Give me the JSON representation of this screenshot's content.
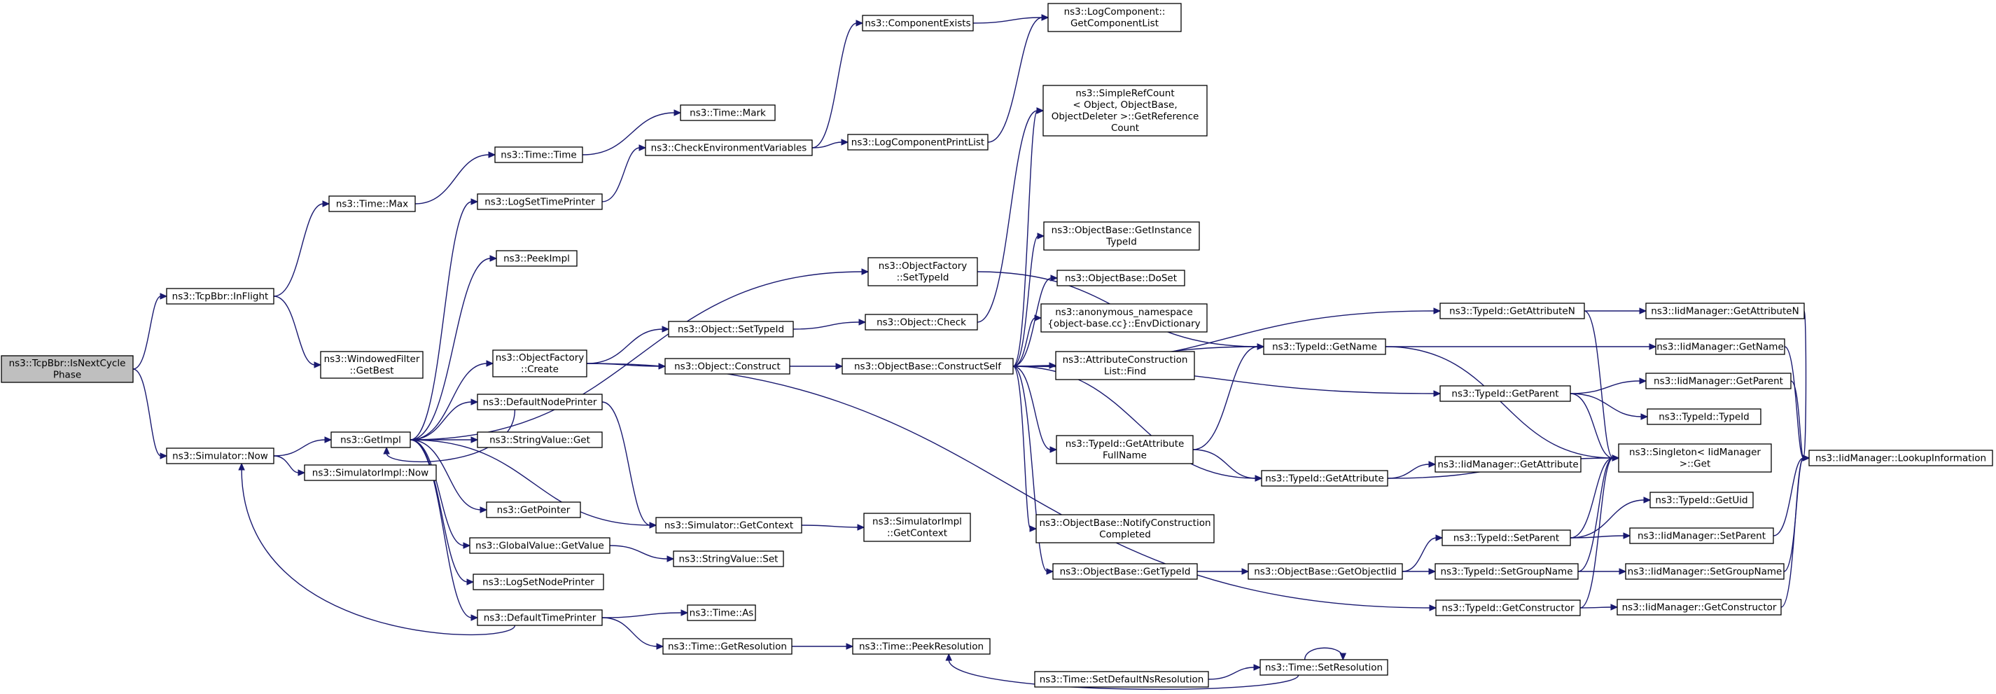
{
  "diagram": {
    "type": "doxygen-call-graph",
    "colors": {
      "edge": "#191970",
      "node_border": "#000000",
      "root_fill": "#bfbfbf",
      "node_fill": "#ffffff"
    },
    "nodes": [
      {
        "id": "root",
        "lines": [
          "ns3::TcpBbr::IsNextCycle",
          "Phase"
        ]
      },
      {
        "id": "inflight",
        "lines": [
          "ns3::TcpBbr::InFlight"
        ]
      },
      {
        "id": "simnow",
        "lines": [
          "ns3::Simulator::Now"
        ]
      },
      {
        "id": "timemax",
        "lines": [
          "ns3::Time::Max"
        ]
      },
      {
        "id": "winfilter",
        "lines": [
          "ns3::WindowedFilter",
          "::GetBest"
        ]
      },
      {
        "id": "getimpl",
        "lines": [
          "ns3::GetImpl"
        ]
      },
      {
        "id": "simimplnow",
        "lines": [
          "ns3::SimulatorImpl::Now"
        ]
      },
      {
        "id": "timetime",
        "lines": [
          "ns3::Time::Time"
        ]
      },
      {
        "id": "timemark",
        "lines": [
          "ns3::Time::Mark"
        ]
      },
      {
        "id": "logsettime",
        "lines": [
          "ns3::LogSetTimePrinter"
        ]
      },
      {
        "id": "peekimpl",
        "lines": [
          "ns3::PeekImpl"
        ]
      },
      {
        "id": "ofcreate",
        "lines": [
          "ns3::ObjectFactory",
          "::Create"
        ]
      },
      {
        "id": "defnodeprinter",
        "lines": [
          "ns3::DefaultNodePrinter"
        ]
      },
      {
        "id": "strget",
        "lines": [
          "ns3::StringValue::Get"
        ]
      },
      {
        "id": "getpointer",
        "lines": [
          "ns3::GetPointer"
        ]
      },
      {
        "id": "gvgetvalue",
        "lines": [
          "ns3::GlobalValue::GetValue"
        ]
      },
      {
        "id": "logsetnode",
        "lines": [
          "ns3::LogSetNodePrinter"
        ]
      },
      {
        "id": "deftimeprinter",
        "lines": [
          "ns3::DefaultTimePrinter"
        ]
      },
      {
        "id": "checkenv",
        "lines": [
          "ns3::CheckEnvironmentVariables"
        ]
      },
      {
        "id": "compexists",
        "lines": [
          "ns3::ComponentExists"
        ]
      },
      {
        "id": "logcompprint",
        "lines": [
          "ns3::LogComponentPrintList"
        ]
      },
      {
        "id": "logcompget",
        "lines": [
          "ns3::LogComponent::",
          "GetComponentList"
        ]
      },
      {
        "id": "ofsettypeid",
        "lines": [
          "ns3::ObjectFactory",
          "::SetTypeId"
        ]
      },
      {
        "id": "objsettypeid",
        "lines": [
          "ns3::Object::SetTypeId"
        ]
      },
      {
        "id": "objcheck",
        "lines": [
          "ns3::Object::Check"
        ]
      },
      {
        "id": "objconstruct",
        "lines": [
          "ns3::Object::Construct"
        ]
      },
      {
        "id": "simgetcontext",
        "lines": [
          "ns3::Simulator::GetContext"
        ]
      },
      {
        "id": "strset",
        "lines": [
          "ns3::StringValue::Set"
        ]
      },
      {
        "id": "timeas",
        "lines": [
          "ns3::Time::As"
        ]
      },
      {
        "id": "timegetres",
        "lines": [
          "ns3::Time::GetResolution"
        ]
      },
      {
        "id": "simimplgetctx",
        "lines": [
          "ns3::SimulatorImpl",
          "::GetContext"
        ]
      },
      {
        "id": "timepeekres",
        "lines": [
          "ns3::Time::PeekResolution"
        ]
      },
      {
        "id": "timesetdefns",
        "lines": [
          "ns3::Time::SetDefaultNsResolution"
        ]
      },
      {
        "id": "simplerefcount",
        "lines": [
          "ns3::SimpleRefCount",
          "< Object, ObjectBase,",
          "ObjectDeleter >::GetReference",
          "Count"
        ]
      },
      {
        "id": "obgetinstance",
        "lines": [
          "ns3::ObjectBase::GetInstance",
          "TypeId"
        ]
      },
      {
        "id": "obdoset",
        "lines": [
          "ns3::ObjectBase::DoSet"
        ]
      },
      {
        "id": "anonenv",
        "lines": [
          "ns3::anonymous_namespace",
          "{object-base.cc}::EnvDictionary"
        ]
      },
      {
        "id": "obconstructself",
        "lines": [
          "ns3::ObjectBase::ConstructSelf"
        ]
      },
      {
        "id": "acfind",
        "lines": [
          "ns3::AttributeConstruction",
          "List::Find"
        ]
      },
      {
        "id": "tidgetattrfull",
        "lines": [
          "ns3::TypeId::GetAttribute",
          "FullName"
        ]
      },
      {
        "id": "obnotify",
        "lines": [
          "ns3::ObjectBase::NotifyConstruction",
          "Completed"
        ]
      },
      {
        "id": "obgettypeid",
        "lines": [
          "ns3::ObjectBase::GetTypeId"
        ]
      },
      {
        "id": "tidgetattrn",
        "lines": [
          "ns3::TypeId::GetAttributeN"
        ]
      },
      {
        "id": "tidgetname",
        "lines": [
          "ns3::TypeId::GetName"
        ]
      },
      {
        "id": "tidgetparent",
        "lines": [
          "ns3::TypeId::GetParent"
        ]
      },
      {
        "id": "tidgetattr",
        "lines": [
          "ns3::TypeId::GetAttribute"
        ]
      },
      {
        "id": "obgetobjtid",
        "lines": [
          "ns3::ObjectBase::GetObjectIid"
        ]
      },
      {
        "id": "tidsetparent",
        "lines": [
          "ns3::TypeId::SetParent"
        ]
      },
      {
        "id": "tidsetgroup",
        "lines": [
          "ns3::TypeId::SetGroupName"
        ]
      },
      {
        "id": "tidgetctor",
        "lines": [
          "ns3::TypeId::GetConstructor"
        ]
      },
      {
        "id": "timesetres",
        "lines": [
          "ns3::Time::SetResolution"
        ]
      },
      {
        "id": "iidgetattrn",
        "lines": [
          "ns3::IidManager::GetAttributeN"
        ]
      },
      {
        "id": "iidgetname",
        "lines": [
          "ns3::IidManager::GetName"
        ]
      },
      {
        "id": "iidgetparent",
        "lines": [
          "ns3::IidManager::GetParent"
        ]
      },
      {
        "id": "tidtypeid",
        "lines": [
          "ns3::TypeId::TypeId"
        ]
      },
      {
        "id": "singleton",
        "lines": [
          "ns3::Singleton< IidManager",
          "  >::Get"
        ]
      },
      {
        "id": "iidgetattr",
        "lines": [
          "ns3::IidManager::GetAttribute"
        ]
      },
      {
        "id": "tidgetuid",
        "lines": [
          "ns3::TypeId::GetUid"
        ]
      },
      {
        "id": "iidsetparent",
        "lines": [
          "ns3::IidManager::SetParent"
        ]
      },
      {
        "id": "iidsetgroup",
        "lines": [
          "ns3::IidManager::SetGroupName"
        ]
      },
      {
        "id": "iidgetctor",
        "lines": [
          "ns3::IidManager::GetConstructor"
        ]
      },
      {
        "id": "iidlookup",
        "lines": [
          "ns3::IidManager::LookupInformation"
        ]
      }
    ]
  }
}
